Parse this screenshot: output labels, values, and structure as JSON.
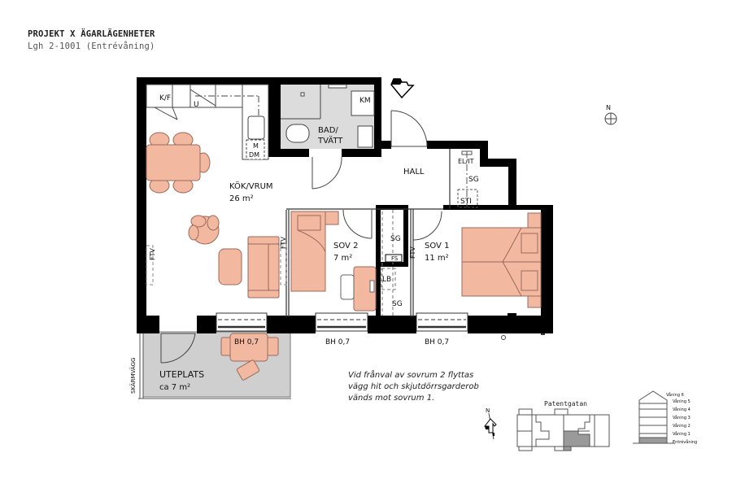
{
  "header": {
    "project_title": "PROJEKT X ÄGARLÄGENHETER",
    "unit_subtitle": "Lgh 2-1001 (Entrévåning)"
  },
  "rooms": {
    "kitchen_living": {
      "name": "KÖK/VRUM",
      "area": "26 m²"
    },
    "bath_laundry": {
      "name_line1": "BAD/",
      "name_line2": "TVÄTT"
    },
    "hall": {
      "name": "HALL"
    },
    "bedroom2": {
      "name": "SOV 2",
      "area": "7 m²"
    },
    "bedroom1": {
      "name": "SOV 1",
      "area": "11 m²"
    },
    "patio": {
      "name": "UTEPLATS",
      "area": "ca 7 m²"
    }
  },
  "fixtures": {
    "fridge_freezer": "K/F",
    "oven": "U",
    "microwave": "M",
    "dishwasher": "DM",
    "washing_machine": "KM",
    "electrical_it": "EL/IT",
    "wardrobe": "SG",
    "wardrobe_b2": "SG",
    "wardrobe_b2_lower": "SG",
    "linen_cabinet": "LB",
    "fuse_box": "FS",
    "broom_closet": "STI",
    "tv_left": "FTV",
    "tv_mid": "FTV",
    "tv_sov1": "FTV"
  },
  "windows": {
    "living_patio_table": "BH 0,7",
    "sov2_window": "BH 0,7",
    "sov1_window": "BH 0,7"
  },
  "patio_wall_label": "SKÄRMVÄGG",
  "note": {
    "line1": "Vid frånval av sovrum 2 flyttas",
    "line2": "vägg hit och skjutdörrsgarderob",
    "line3": "vänds mot sovrum 1."
  },
  "compass": {
    "north_label": "N"
  },
  "site_plan": {
    "street_name": "Patentgatan",
    "north_label": "N"
  },
  "floor_diagram": {
    "floors": [
      "Våning 6",
      "Våning 5",
      "Våning 4",
      "Våning 3",
      "Våning 2",
      "Våning 1",
      "Entrévåning"
    ],
    "highlighted": "Entrévåning"
  },
  "colors": {
    "wall": "#000000",
    "furniture_fill": "#f2b8a0",
    "furniture_stroke": "#9a6a5a",
    "wet_room_fill": "#d9d9d9",
    "patio_fill": "#cfcfcf",
    "highlight_fill": "#9a9a9a"
  }
}
